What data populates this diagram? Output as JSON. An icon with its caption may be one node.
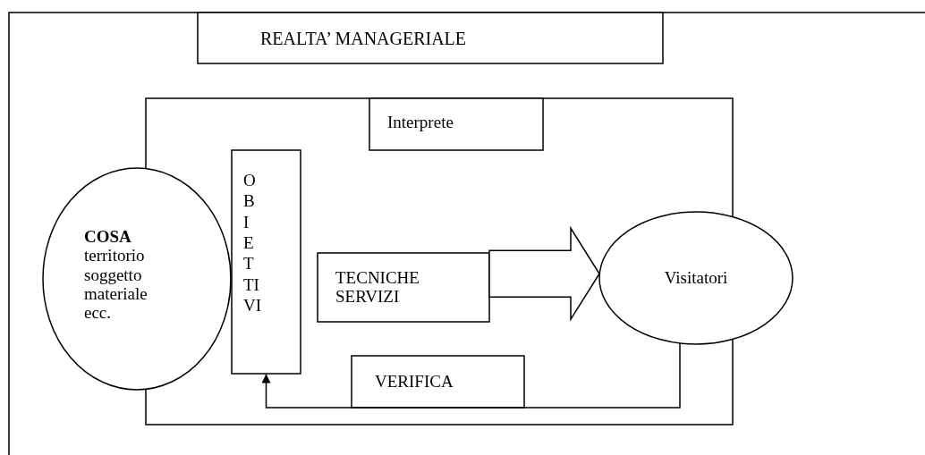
{
  "diagram": {
    "nodes": [
      {
        "text": [
          "REALTA’ MANAGERIALE"
        ]
      },
      {
        "text": [
          "Interprete"
        ]
      },
      {
        "text": [
          "COSA",
          "territorio soggetto materiale ecc."
        ]
      },
      {
        "text": [
          "O B I E T TI VI"
        ]
      },
      {
        "text": [
          "TECNICHE SERVIZI"
        ]
      },
      {
        "text": [
          "Visitatori"
        ]
      },
      {
        "text": [
          "VERIFICA"
        ]
      }
    ],
    "edges": [
      {
        "from": 4,
        "to": 5,
        "arrow": "to",
        "style": "thick"
      },
      {
        "from": 5,
        "to": 3,
        "arrow": "to"
      }
    ]
  }
}
